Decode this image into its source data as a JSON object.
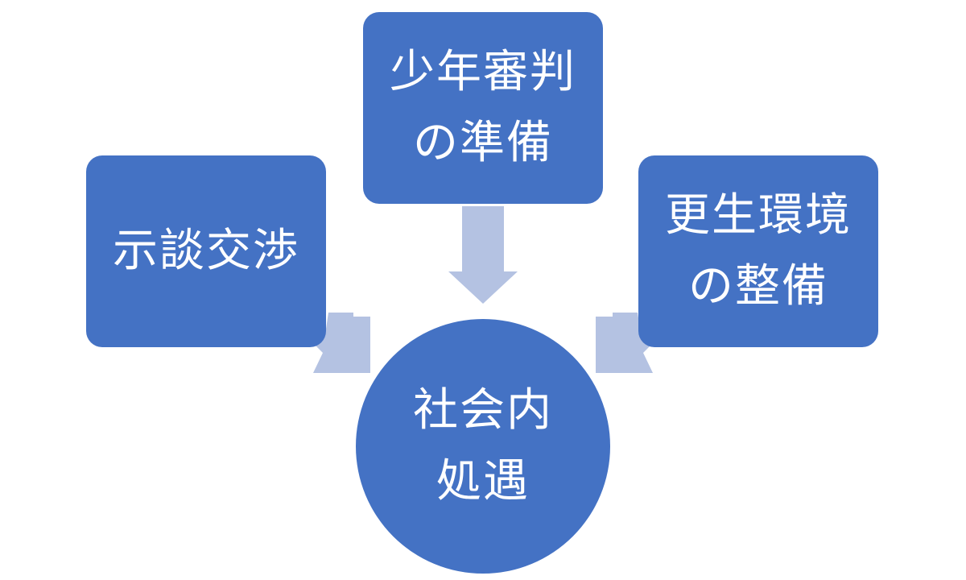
{
  "nodes": {
    "top": {
      "lines": [
        "少年審判",
        "の準備"
      ]
    },
    "left": {
      "lines": [
        "示談交渉"
      ]
    },
    "right": {
      "lines": [
        "更生環境",
        "の整備"
      ]
    },
    "center": {
      "lines": [
        "社会内",
        "処遇"
      ]
    }
  },
  "colors": {
    "node_fill": "#4472c4",
    "arrow_fill": "#b4c2e2",
    "text": "#ffffff",
    "background": "#ffffff"
  },
  "icons": [
    "arrow-down-icon",
    "arrow-diagonal-down-right-icon",
    "arrow-diagonal-down-left-icon"
  ]
}
